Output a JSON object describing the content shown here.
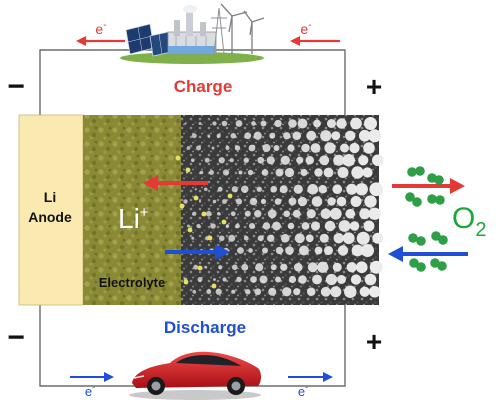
{
  "diagram": {
    "charge_label": "Charge",
    "discharge_label": "Discharge",
    "anode_label_line1": "Li",
    "anode_label_line2": "Anode",
    "electrolyte_label": "Electrolyte",
    "ion_label": "Li",
    "ion_charge": "+",
    "oxygen_label": "O",
    "oxygen_subscript": "2",
    "electron_label": "e",
    "electron_charge": "-",
    "terminal_negative": "−",
    "terminal_positive": "+",
    "colors": {
      "charge": "#e53935",
      "discharge": "#1f4fd6",
      "oxygen": "#1aa83a",
      "anode_fill": "#fbeab0",
      "electrolyte_fill": "#8a8a36",
      "cathode_fill": "#3c3c3c",
      "wire": "#6b6b6b"
    },
    "icons": {
      "top": "power-plant-solar-wind-icon",
      "bottom": "red-sports-car-icon"
    }
  }
}
